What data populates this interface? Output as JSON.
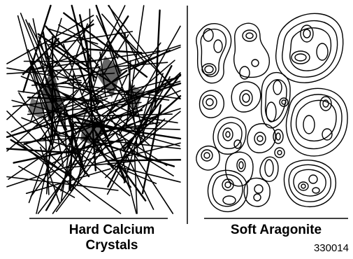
{
  "left_panel": {
    "caption_line1": "Hard Calcium",
    "caption_line2": "Crystals"
  },
  "right_panel": {
    "caption": "Soft Aragonite"
  },
  "figure_id": "330014",
  "colors": {
    "ink": "#000000",
    "crystal_fill": "#555555",
    "background": "#ffffff"
  }
}
